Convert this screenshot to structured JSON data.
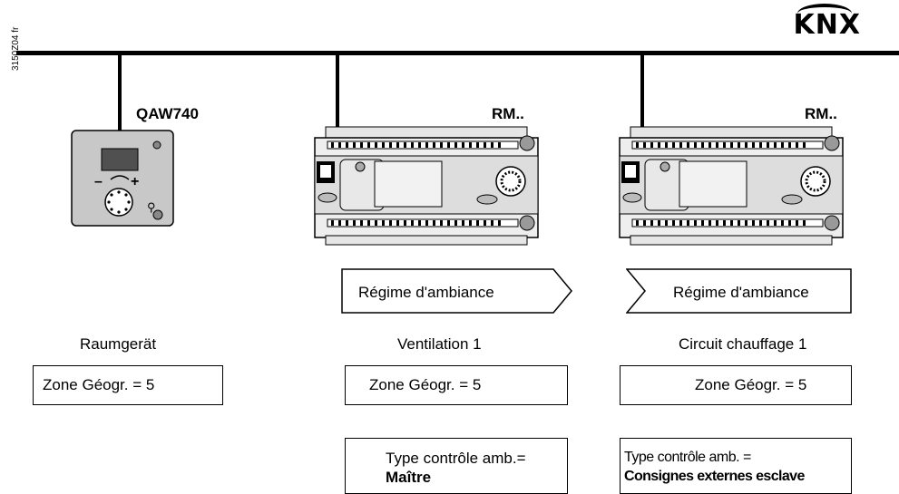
{
  "logo": {
    "text": "KNX"
  },
  "doc_id": "3150Z04 fr",
  "devices": {
    "room_unit": {
      "label": "QAW740",
      "caption": "Raumgerät",
      "zone": "Zone  Géogr. = 5"
    },
    "ventilation": {
      "label": "RM..",
      "caption": "Ventilation 1",
      "arrow": "Régime d'ambiance",
      "zone": "Zone  Géogr. = 5",
      "type_label": "Type contrôle amb.=",
      "type_value": "Maître"
    },
    "heating": {
      "label": "RM..",
      "caption": "Circuit chauffage 1",
      "arrow": "Régime d'ambiance",
      "zone": "Zone  Géogr.  = 5",
      "type_label": "Type contrôle amb. =",
      "type_value": "Consignes externes esclave"
    }
  },
  "room_unit_dial": {
    "minus": "–",
    "plus": "+"
  }
}
